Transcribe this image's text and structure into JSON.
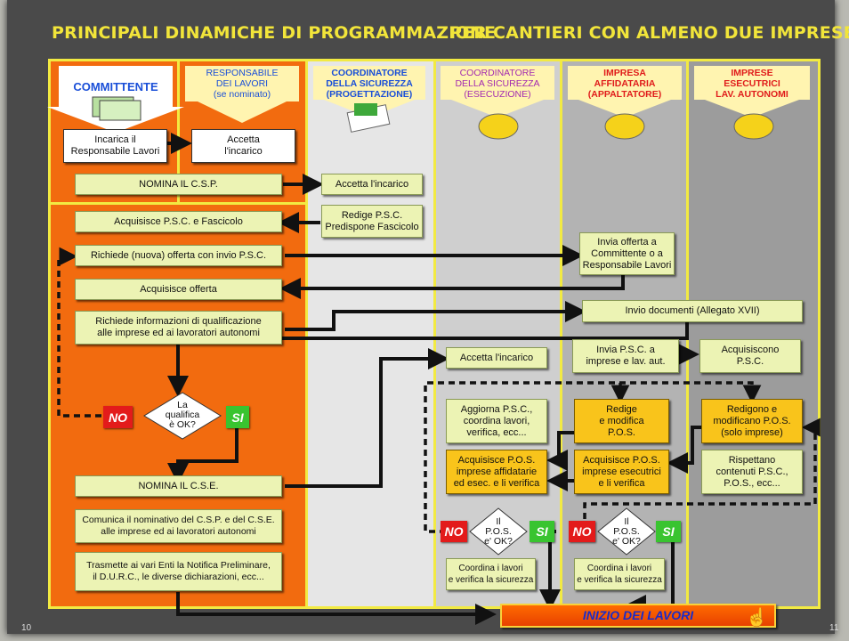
{
  "title": {
    "left": "PRINCIPALI DINAMICHE DI PROGRAMMAZIONE",
    "right": "PER CANTIERI CON ALMENO DUE IMPRESE"
  },
  "columns": {
    "committente": "COMMITTENTE",
    "responsabile": "RESPONSABILE\nDEI LAVORI\n(se nominato)",
    "csp": "COORDINATORE\nDELLA SICUREZZA\n(PROGETTAZIONE)",
    "cse": "COORDINATORE\nDELLA SICUREZZA\n(ESECUZIONE)",
    "affidataria": "IMPRESA\nAFFIDATARIA\n(APPALTATORE)",
    "esecutrici": "IMPRESE\nESECUTRICI\nLAV. AUTONOMI"
  },
  "boxes": {
    "incarica": "Incarica il\nResponsabile Lavori",
    "accetta1": "Accetta\nl'incarico",
    "nomina_csp": "NOMINA IL C.S.P.",
    "accetta_csp": "Accetta l'incarico",
    "acquisisce_psc": "Acquisisce P.S.C. e Fascicolo",
    "redige_psc": "Redige P.S.C.\nPredispone Fascicolo",
    "richiede_offerta": "Richiede (nuova) offerta con invio P.S.C.",
    "invia_offerta": "Invia offerta a\nCommittente o a\nResponsabile Lavori",
    "acquisisce_offerta": "Acquisisce offerta",
    "richiede_info": "Richiede informazioni di qualificazione\nalle imprese ed ai lavoratori autonomi",
    "invio_doc": "Invio documenti (Allegato XVII)",
    "accetta_cse": "Accetta l'incarico",
    "invia_psc": "Invia P.S.C. a\nimprese e lav. aut.",
    "acquisiscono": "Acquisiscono\nP.S.C.",
    "aggiorna": "Aggiorna P.S.C.,\ncoordina lavori,\nverifica, ecc...",
    "redige_pos": "Redige\ne modifica\nP.O.S.",
    "redigono_pos": "Redigono e\nmodificano P.O.S.\n(solo imprese)",
    "acquisisce_pos_aff": "Acquisisce P.O.S.\nimprese affidatarie\ned esec. e li verifica",
    "acquisisce_pos_ese": "Acquisisce P.O.S.\nimprese esecutrici\ne li verifica",
    "rispettano": "Rispettano\ncontenuti P.S.C.,\nP.O.S., ecc...",
    "nomina_cse": "NOMINA IL C.S.E.",
    "comunica": "Comunica il nominativo del C.S.P. e del C.S.E.\nalle imprese ed ai lavoratori autonomi",
    "trasmette": "Trasmette ai vari Enti la Notifica Preliminare,\nil D.U.R.C., le diverse dichiarazioni, ecc...",
    "coordina1": "Coordina i lavori\ne verifica la sicurezza",
    "coordina2": "Coordina i lavori\ne verifica la sicurezza",
    "inizio": "INIZIO DEI LAVORI"
  },
  "decisions": {
    "qualifica": "La\nqualifica\nè OK?",
    "pos1": "Il\nP.O.S.\ne' OK?",
    "pos2": "Il\nP.O.S.\ne' OK?",
    "no": "NO",
    "si": "SI"
  },
  "page_numbers": {
    "left": "10",
    "right": "11"
  },
  "colors": {
    "orange": "#f26b0f",
    "yellow": "#f2ea42",
    "green_box": "#ecf3b4",
    "yellow_box": "#f9c41b",
    "no": "#e31b1b",
    "si": "#39c430"
  }
}
